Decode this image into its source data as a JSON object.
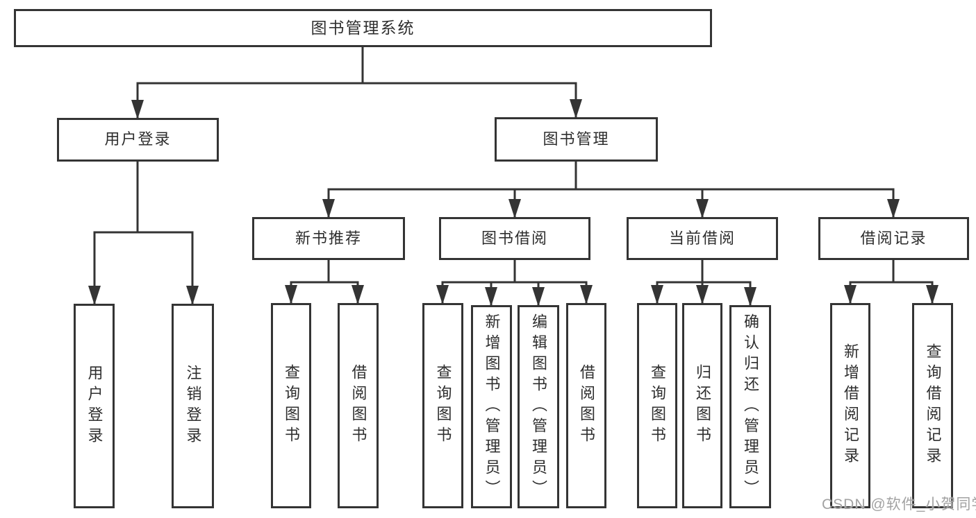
{
  "diagram": {
    "title": "图书管理系统",
    "colors": {
      "line": "#343434",
      "box_border": "#343434",
      "text": "#2e2e2e",
      "background": "#ffffff",
      "watermark_text_color": "#a2a2a2"
    },
    "tree": {
      "root": "图书管理系统",
      "user_login": "用户登录",
      "book_mgmt": "图书管理",
      "user_login_children": [
        "用户登录",
        "注销登录"
      ],
      "book_mgmt_children": [
        "新书推荐",
        "图书借阅",
        "当前借阅",
        "借阅记录"
      ],
      "new_book_children": [
        "查询图书",
        "借阅图书"
      ],
      "borrow_children": [
        "查询图书",
        "新增图书（管理员）",
        "编辑图书（管理员）",
        "借阅图书"
      ],
      "current_children": [
        "查询图书",
        "归还图书",
        "确认归还（管理员）"
      ],
      "records_children": [
        "新增借阅记录",
        "查询借阅记录"
      ]
    }
  },
  "watermark": {
    "text": "CSDN @软件_小贺同学"
  }
}
